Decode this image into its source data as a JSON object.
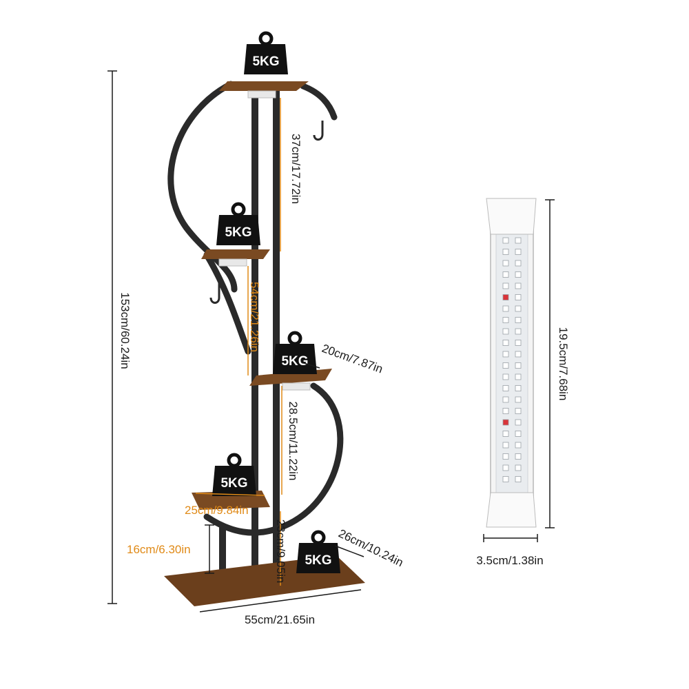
{
  "product": {
    "weight_labels": [
      "5KG",
      "5KG",
      "5KG",
      "5KG",
      "5KG"
    ],
    "colors": {
      "frame": "#2a2a2a",
      "wood": "#7a4a22",
      "dimension_dark": "#1a1a1a",
      "dimension_orange": "#e08a17",
      "light_casing": "#f2f2f2"
    }
  },
  "dimensions": {
    "total_height": "153cm/60.24in",
    "top_gap": "37cm/17.72in",
    "second_gap": "54cm/21.26in",
    "shelf_depth": "20cm/7.87in",
    "third_gap": "28.5cm/11.22in",
    "shelf_width": "25cm/9.84in",
    "bottom_gap": "23cm/9.05in",
    "base_height": "16cm/6.30in",
    "base_depth": "26cm/10.24in",
    "base_width": "55cm/21.65in"
  },
  "light_bar": {
    "length": "19.5cm/7.68in",
    "width": "3.5cm/1.38in"
  }
}
